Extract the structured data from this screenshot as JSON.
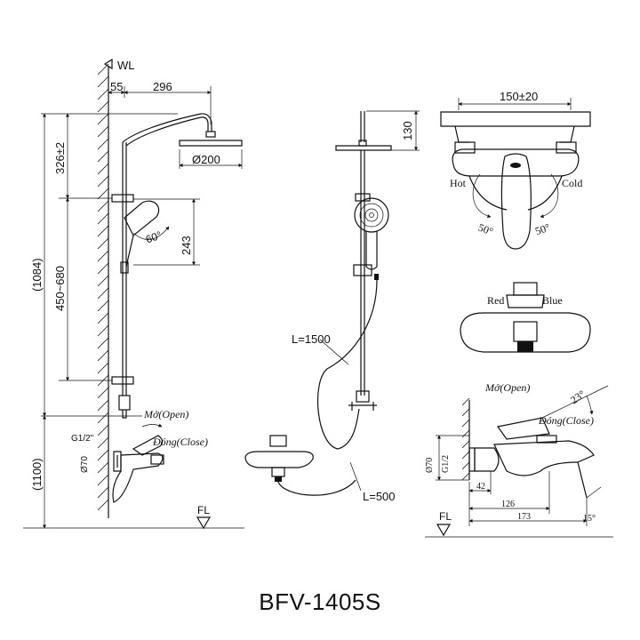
{
  "model": "BFV-1405S",
  "side_view": {
    "wl": "WL",
    "dim_55": "55",
    "dim_296": "296",
    "dim_head": "Ø200",
    "dim_326": "326±2",
    "dim_1084": "(1084)",
    "dim_450_680": "450~680",
    "dim_243": "243",
    "angle_60": "60°",
    "open": "Mở(Open)",
    "close": "Đóng(Close)",
    "g12": "G1/2\"",
    "dia70": "Ø70",
    "dim_1100": "(1100)",
    "fl": "FL"
  },
  "front_view": {
    "dim_130": "130",
    "hose_long": "L=1500",
    "hose_short": "L=500"
  },
  "top_view": {
    "dim_150": "150±20",
    "hot": "Hot",
    "cold": "Cold",
    "angle_left": "50°",
    "angle_right": "50°"
  },
  "front_mixer": {
    "red": "Red",
    "blue": "Blue"
  },
  "side_mixer": {
    "open": "Mở(Open)",
    "angle_23": "23°",
    "close": "Đóng(Close)",
    "g12": "G1/2",
    "dia70": "Ø70",
    "dim_42": "42",
    "dim_126": "126",
    "dim_173": "173",
    "angle_15": "15°",
    "fl": "FL"
  }
}
